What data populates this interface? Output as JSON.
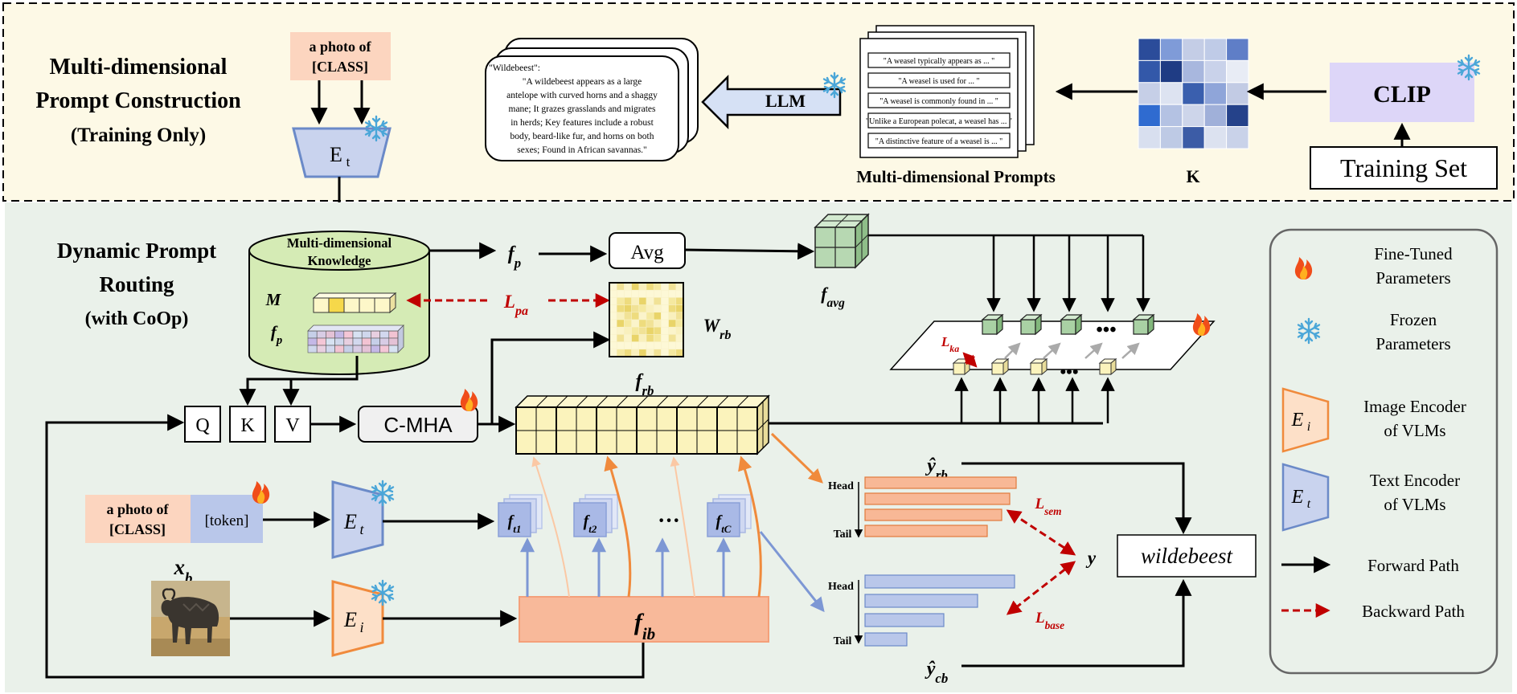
{
  "top": {
    "title_line1": "Multi-dimensional",
    "title_line2": "Prompt Construction",
    "title_line3": "(Training Only)",
    "class_prompt_line1": "a photo of",
    "class_prompt_line2": "[CLASS]",
    "text_encoder_label": "Et",
    "wildebeest_card": [
      "\"Wildebeest\":",
      "\"A wildebeest appears as a large",
      "antelope with curved horns and a shaggy",
      "mane; It grazes grasslands and migrates",
      "in herds; Key features include a robust",
      "body, beard-like fur, and horns on both",
      "sexes; Found in African savannas.\""
    ],
    "llm_label": "LLM",
    "prompt_lines": [
      "\"A weasel typically appears as ... \"",
      "\"A weasel is used for ... \"",
      "\"A weasel is commonly found in ... \"",
      "\"Unlike a European polecat, a weasel has ... \"",
      "\"A distinctive feature of a weasel is ... \""
    ],
    "prompts_caption": "Multi-dimensional Prompts",
    "k_caption": "K",
    "clip_label": "CLIP",
    "training_set_label": "Training Set"
  },
  "bottom": {
    "title_line1": "Dynamic Prompt",
    "title_line2": "Routing",
    "title_line3": "(with CoOp)",
    "knowledge_line1": "Multi-dimensional",
    "knowledge_line2": "Knowledge",
    "m_label": "M",
    "fp_label": "f_p",
    "fp_main": "f_p",
    "avg_label": "Avg",
    "favg_label": "f_avg",
    "lpa_label": "L_pa",
    "wrb_label": "W_rb",
    "frb_label": "f_rb",
    "lka_label": "L_ka",
    "q_label": "Q",
    "k_label": "K",
    "v_label": "V",
    "cmha_label": "C-MHA",
    "photo_line1": "a photo of",
    "photo_line2": "[CLASS]",
    "token_label": "[token]",
    "et_label": "Et",
    "ei_label": "Ei",
    "xb_label": "x_b",
    "ft_labels": [
      "f_t1",
      "f_t2",
      "f_tC"
    ],
    "dots": "···",
    "fib_label": "f_ib",
    "yrb_label": "ŷ_rb",
    "ycb_label": "ŷ_cb",
    "head_label": "Head",
    "tail_label": "Tail",
    "lsem_label": "L_sem",
    "lbase_label": "L_base",
    "y_label": "y",
    "output_label": "wildebeest"
  },
  "legend": {
    "items": [
      {
        "icon": "fire-icon",
        "line1": "Fine-Tuned",
        "line2": "Parameters"
      },
      {
        "icon": "snowflake-icon",
        "line1": "Frozen",
        "line2": "Parameters"
      },
      {
        "icon": "image-encoder-icon",
        "line1": "Image Encoder",
        "line2": "of VLMs"
      },
      {
        "icon": "text-encoder-icon",
        "line1": "Text Encoder",
        "line2": "of VLMs"
      },
      {
        "icon": "solid-arrow-icon",
        "line1": "Forward Path",
        "line2": ""
      },
      {
        "icon": "dashed-arrow-icon",
        "line1": "Backward Path",
        "line2": ""
      }
    ]
  },
  "colors": {
    "top_bg": "#fdf9e6",
    "bottom_bg": "#eaf1ea",
    "prompt_box": "#fcd5bf",
    "text_encoder": "#c9d3ee",
    "text_encoder_stroke": "#6b8ac8",
    "image_encoder": "#fde0c8",
    "image_encoder_stroke": "#f08a3c",
    "clip_box": "#ddd6f8",
    "fib_box": "#f8b99a",
    "cube_yellow": "#fbf3bc",
    "cube_green": "#c5dfc0",
    "loss_red": "#c00000",
    "bar_orange": "#f8b896",
    "bar_blue": "#b9c7ea"
  }
}
